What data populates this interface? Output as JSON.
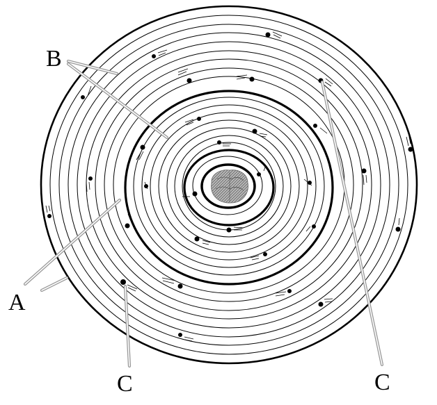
{
  "labels": {
    "a": "A",
    "b": "B",
    "c_left": "C",
    "c_right": "C"
  },
  "colors": {
    "stroke": "#000000",
    "leader": "#999999",
    "pith": "#aaaaaa",
    "background": "#ffffff"
  }
}
